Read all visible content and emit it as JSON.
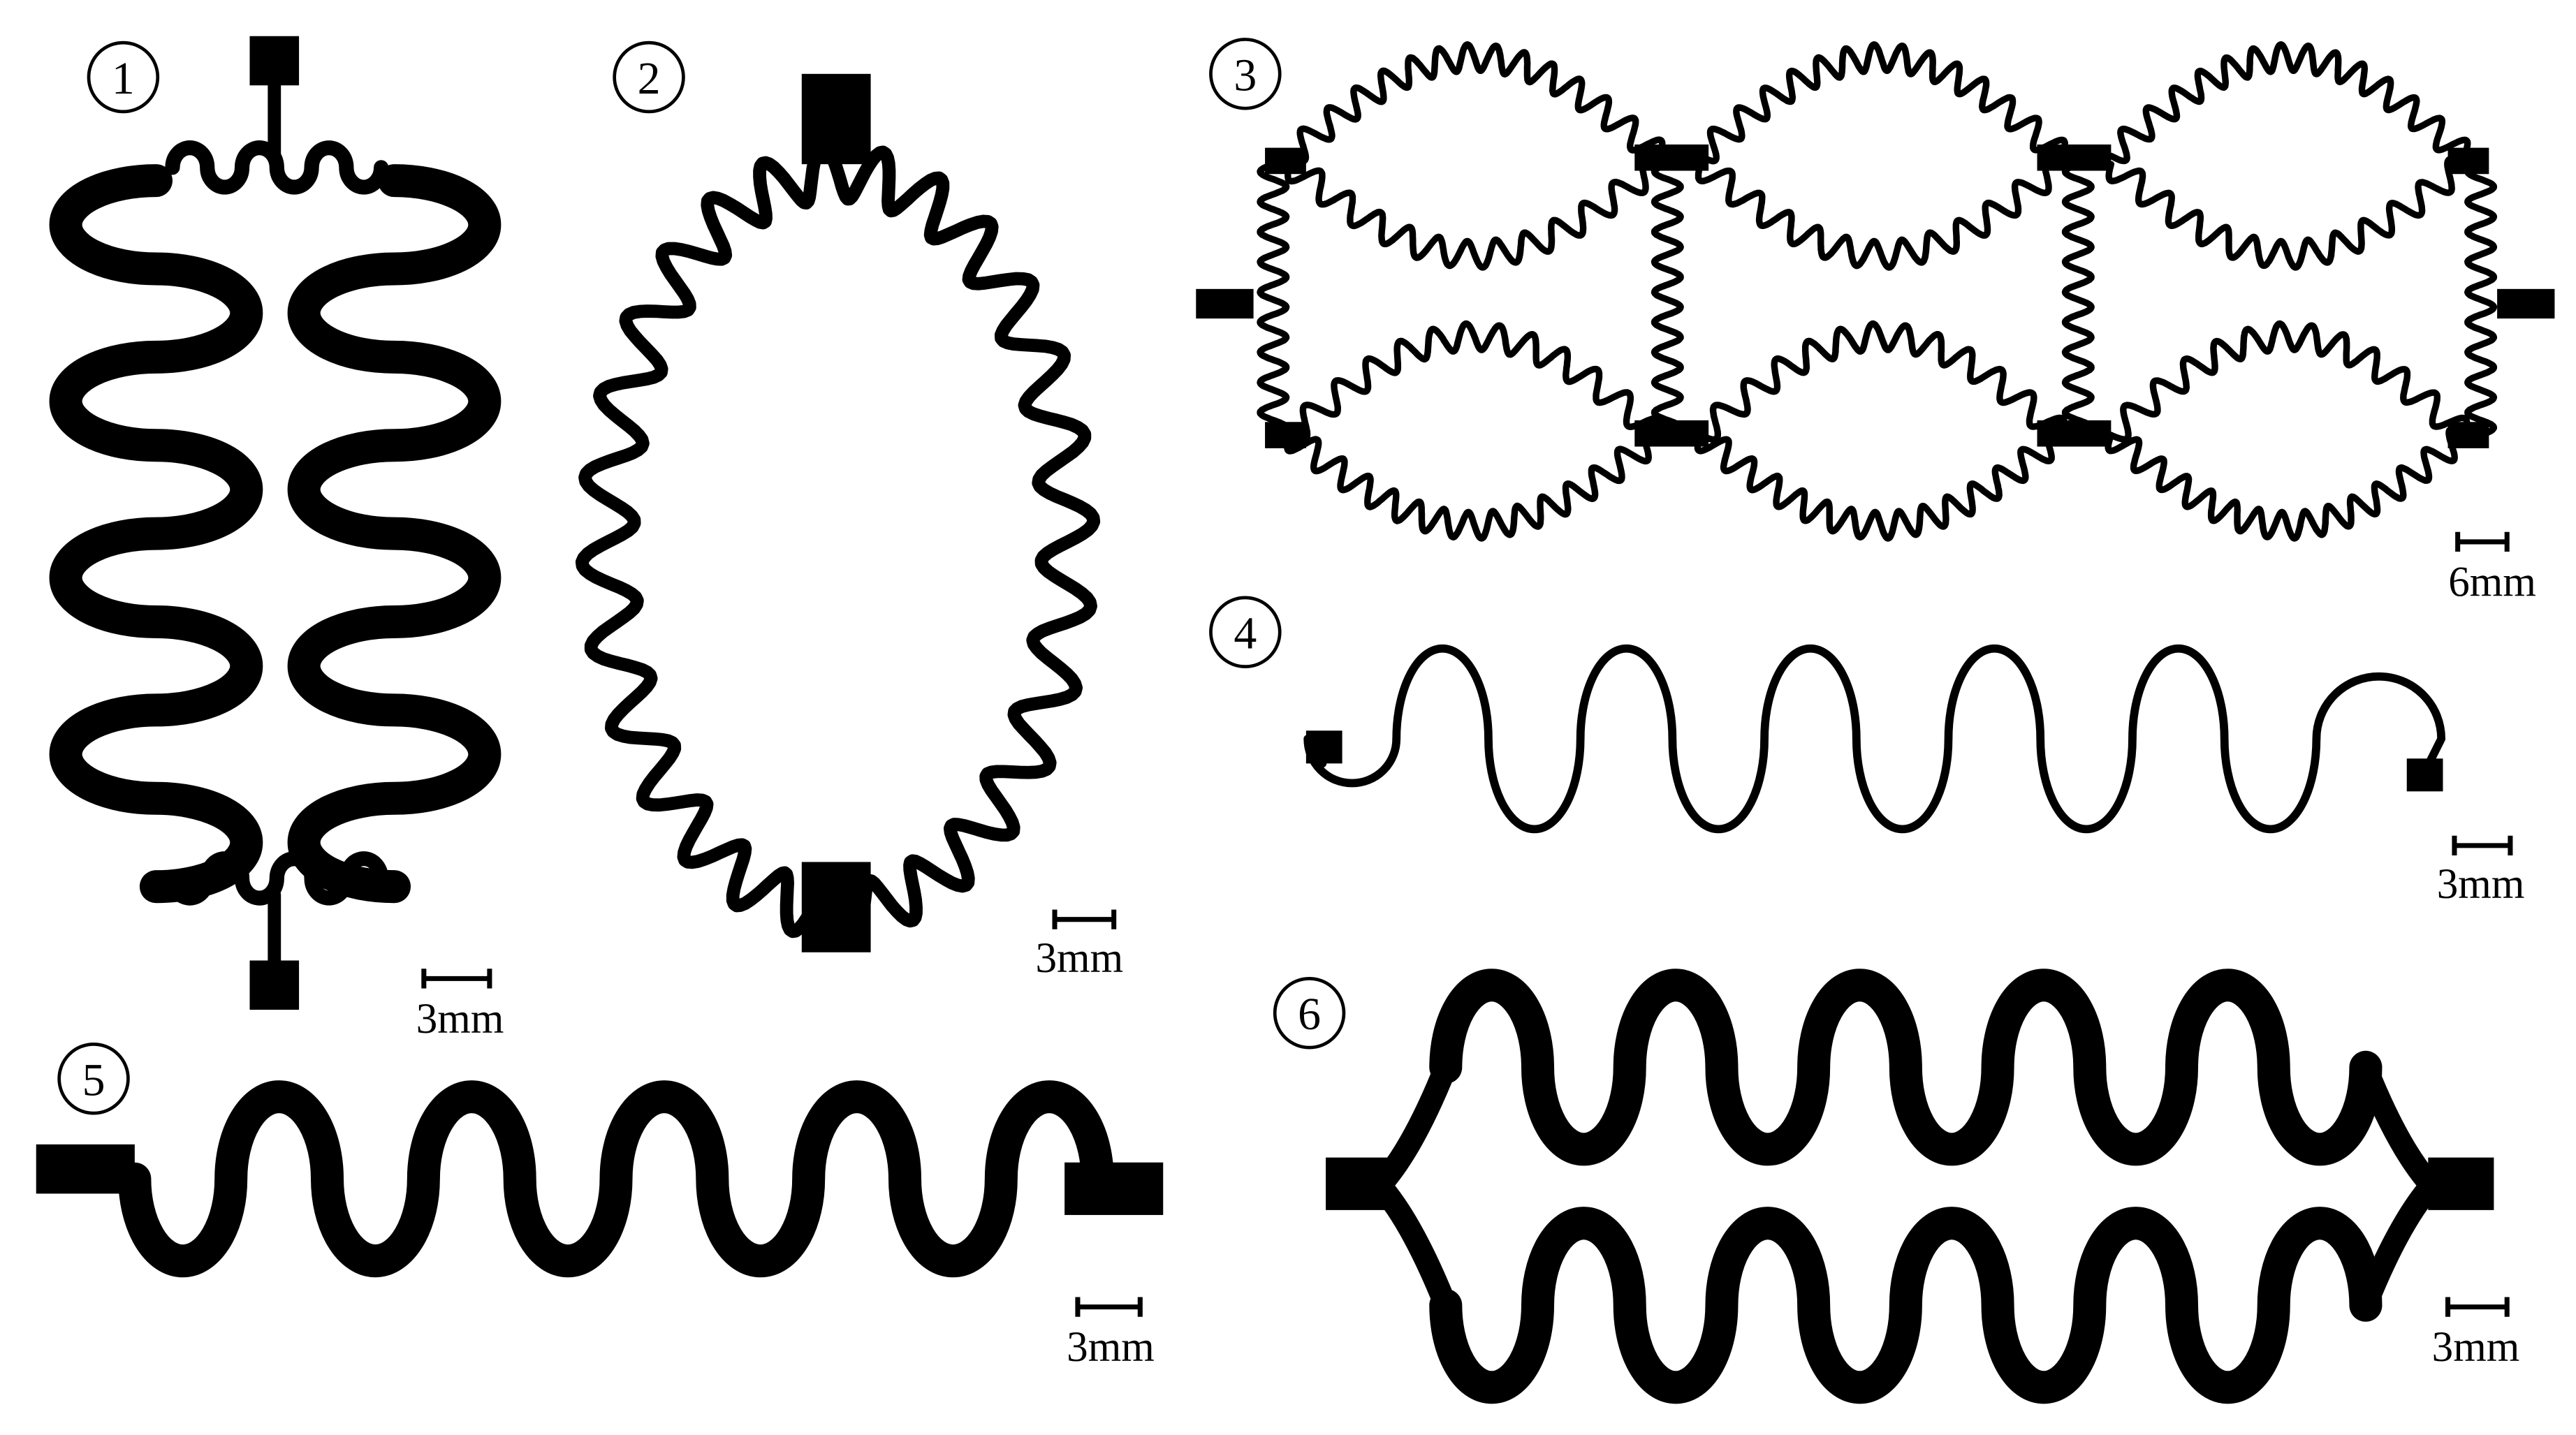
{
  "colors": {
    "ink": "#000000",
    "background": "#ffffff"
  },
  "panels": [
    {
      "number": "1",
      "scale_label": "3mm"
    },
    {
      "number": "2",
      "scale_label": "3mm"
    },
    {
      "number": "3",
      "scale_label": "6mm"
    },
    {
      "number": "4",
      "scale_label": "3mm"
    },
    {
      "number": "5",
      "scale_label": "3mm"
    },
    {
      "number": "6",
      "scale_label": "3mm"
    }
  ]
}
